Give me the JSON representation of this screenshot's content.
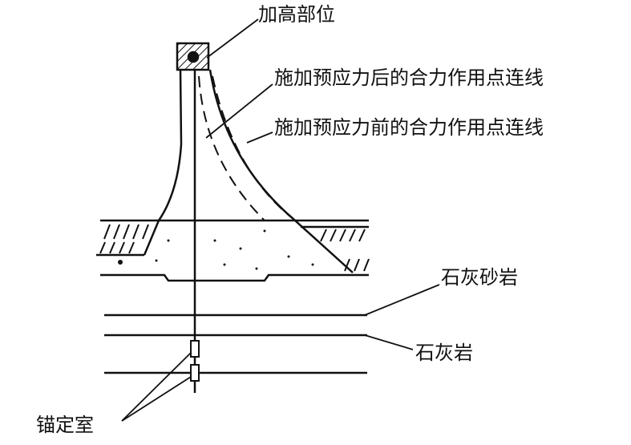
{
  "labels": {
    "raised_part": "加高部位",
    "after_prestress": "施加预应力后的合力作用点连线",
    "before_prestress": "施加预应力前的合力作用点连线",
    "lime_sandstone": "石灰砂岩",
    "limestone": "石灰岩",
    "anchor_chamber": "锚定室"
  }
}
